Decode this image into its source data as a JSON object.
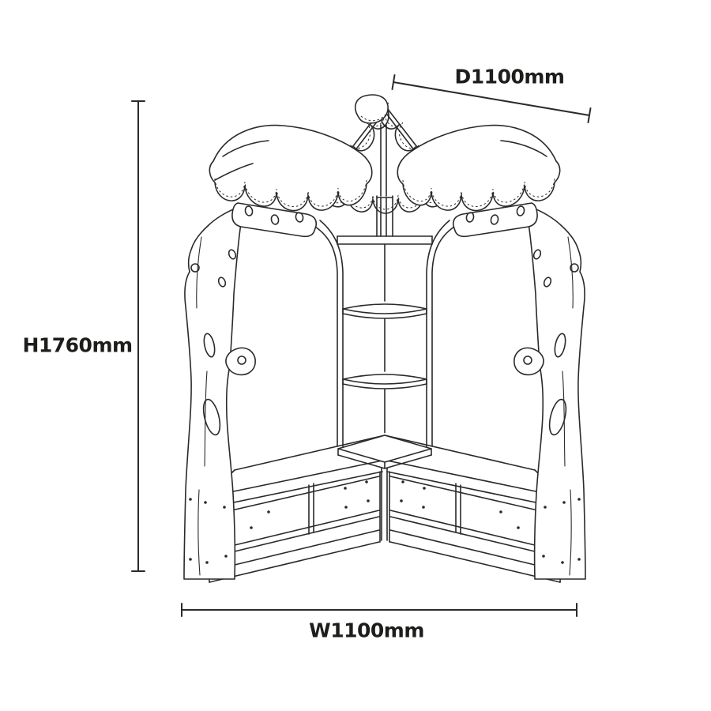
{
  "dimension_labels": {
    "depth": "D1100mm",
    "height": "H1760mm",
    "width": "W1100mm"
  },
  "colors": {
    "background": "#ffffff",
    "line": "#2b2a29",
    "text": "#1d1d1b"
  },
  "drawing": {
    "subject": "corner den unit line drawing with leaf canopy, tree-shaped side panels, corner shelves and two storage benches"
  }
}
